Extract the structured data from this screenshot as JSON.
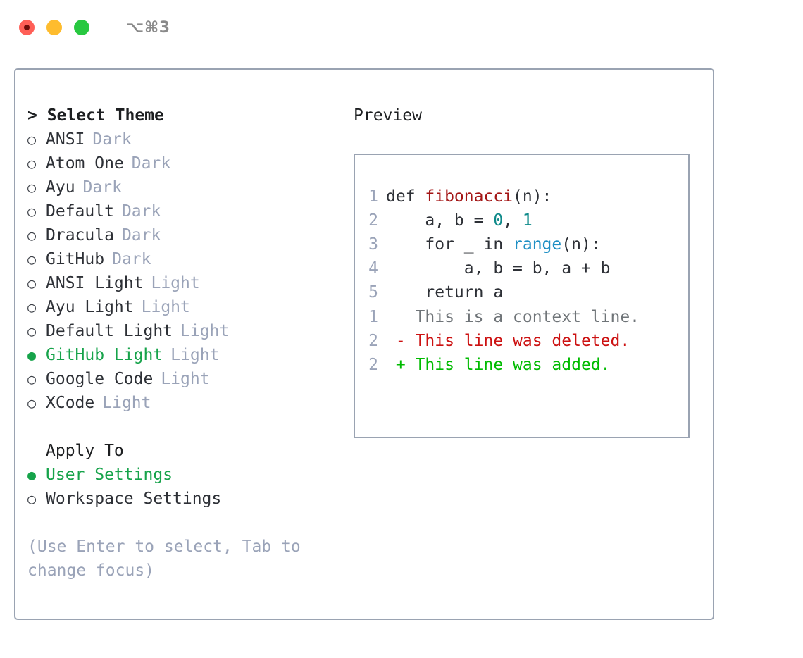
{
  "titlebar": {
    "shortcut": "⌥⌘3",
    "buttons": [
      {
        "name": "close",
        "color": "#ff5f57"
      },
      {
        "name": "minimize",
        "color": "#febc2e"
      },
      {
        "name": "maximize",
        "color": "#28c840"
      }
    ]
  },
  "theme_picker": {
    "heading": "> Select Theme",
    "marker_selected": "●",
    "marker_unselected": "○",
    "accent_color": "#16a34a",
    "tag_color": "#9aa3b8",
    "items": [
      {
        "label": "ANSI",
        "tag": "Dark",
        "selected": false
      },
      {
        "label": "Atom One",
        "tag": "Dark",
        "selected": false
      },
      {
        "label": "Ayu",
        "tag": "Dark",
        "selected": false
      },
      {
        "label": "Default",
        "tag": "Dark",
        "selected": false
      },
      {
        "label": "Dracula",
        "tag": "Dark",
        "selected": false
      },
      {
        "label": "GitHub",
        "tag": "Dark",
        "selected": false
      },
      {
        "label": "ANSI Light",
        "tag": "Light",
        "selected": false
      },
      {
        "label": "Ayu Light",
        "tag": "Light",
        "selected": false
      },
      {
        "label": "Default Light",
        "tag": "Light",
        "selected": false
      },
      {
        "label": "GitHub Light",
        "tag": "Light",
        "selected": true
      },
      {
        "label": "Google Code",
        "tag": "Light",
        "selected": false
      },
      {
        "label": "XCode",
        "tag": "Light",
        "selected": false
      }
    ]
  },
  "apply_to": {
    "heading": "Apply To",
    "items": [
      {
        "label": "User Settings",
        "selected": true
      },
      {
        "label": "Workspace Settings",
        "selected": false
      }
    ]
  },
  "hint": "(Use Enter to select, Tab to change focus)",
  "preview": {
    "heading": "Preview",
    "code": [
      {
        "number": "1",
        "tokens": [
          {
            "text": "def ",
            "kind": "kw"
          },
          {
            "text": "fibonacci",
            "kind": "fn"
          },
          {
            "text": "(n):",
            "kind": "plain"
          }
        ]
      },
      {
        "number": "2",
        "tokens": [
          {
            "text": "    a, b = ",
            "kind": "plain"
          },
          {
            "text": "0",
            "kind": "num"
          },
          {
            "text": ", ",
            "kind": "plain"
          },
          {
            "text": "1",
            "kind": "num"
          }
        ]
      },
      {
        "number": "3",
        "tokens": [
          {
            "text": "    for _ in ",
            "kind": "plain"
          },
          {
            "text": "range",
            "kind": "bi"
          },
          {
            "text": "(n):",
            "kind": "plain"
          }
        ]
      },
      {
        "number": "4",
        "tokens": [
          {
            "text": "        a, b = b, a + b",
            "kind": "plain"
          }
        ]
      },
      {
        "number": "5",
        "tokens": [
          {
            "text": "    return a",
            "kind": "plain"
          }
        ]
      }
    ],
    "diff": [
      {
        "number": "1",
        "sign": " ",
        "text": "This is a context line.",
        "kind": "ctx"
      },
      {
        "number": "2",
        "sign": "-",
        "text": "This line was deleted.",
        "kind": "del"
      },
      {
        "number": "2",
        "sign": "+",
        "text": "This line was added.",
        "kind": "add"
      }
    ]
  }
}
